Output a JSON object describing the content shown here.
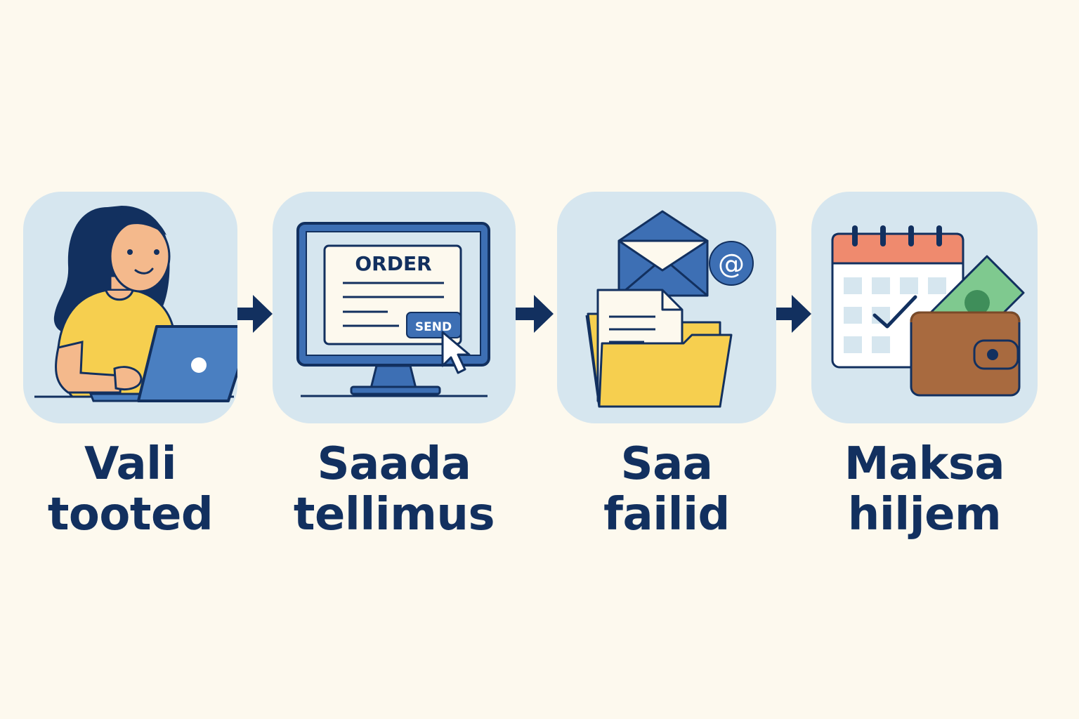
{
  "colors": {
    "background": "#fdf9ee",
    "tile": "#d6e6ef",
    "navy": "#12305f",
    "blue": "#4a7fc1",
    "yellow": "#f6cf4f",
    "skin": "#f4b98c",
    "green": "#7fc98f",
    "brown": "#a86a3f",
    "coral": "#ef8a6e"
  },
  "steps": [
    {
      "icon": "woman-laptop-icon",
      "line1": "Vali",
      "line2": "tooted"
    },
    {
      "icon": "monitor-order-icon",
      "line1": "Saada",
      "line2": "tellimus",
      "screen_title": "ORDER",
      "button": "SEND"
    },
    {
      "icon": "email-folder-icon",
      "line1": "Saa",
      "line2": "failid",
      "at_symbol": "@"
    },
    {
      "icon": "calendar-wallet-icon",
      "line1": "Maksa",
      "line2": "hiljem"
    }
  ]
}
